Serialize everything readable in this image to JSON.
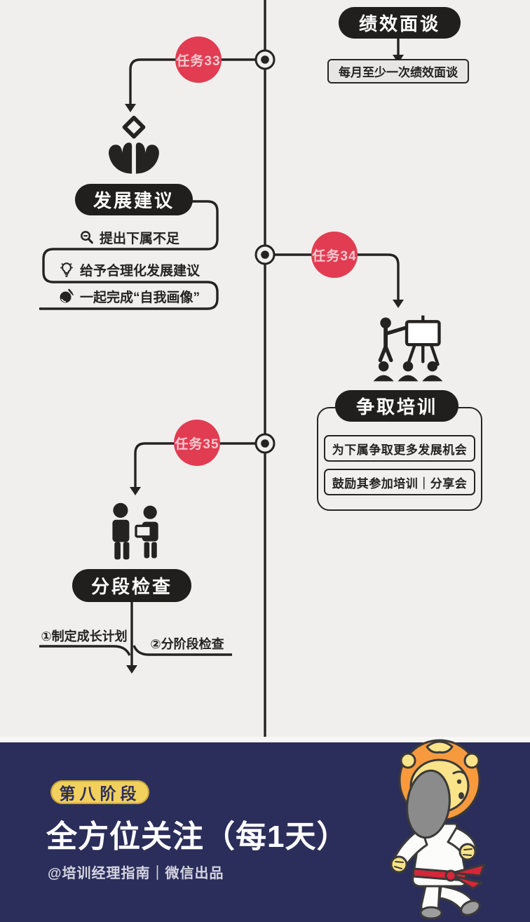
{
  "colors": {
    "background": "#f0efed",
    "ink": "#242322",
    "accent_red": "#e23c52",
    "footer_navy": "#2b2e5a",
    "badge_yellow": "#f2d05e"
  },
  "top_branch": {
    "pill": "绩效面谈",
    "note": "每月至少一次绩效面谈"
  },
  "tasks": [
    {
      "badge": "任务33",
      "pill": "发展建议",
      "icon": "hands-offering-icon",
      "items": [
        {
          "icon": "magnifier-icon",
          "text": "提出下属不足"
        },
        {
          "icon": "bulb-icon",
          "text": "给予合理化发展建议"
        },
        {
          "icon": "palette-icon",
          "text": "一起完成“自我画像”"
        }
      ]
    },
    {
      "badge": "任务34",
      "pill": "争取培训",
      "icon": "presentation-icon",
      "items": [
        {
          "text": "为下属争取更多发展机会"
        },
        {
          "text": "鼓励其参加培训｜分享会"
        }
      ]
    },
    {
      "badge": "任务35",
      "pill": "分段检查",
      "icon": "people-handover-icon",
      "branches": [
        {
          "text": "①制定成长计划"
        },
        {
          "text": "②分阶段检查"
        }
      ]
    }
  ],
  "footer": {
    "badge": "第八阶段",
    "title": "全方位关注（每1天）",
    "credit": "@培训经理指南｜微信出品",
    "mascot": "karate-lion-mascot"
  }
}
